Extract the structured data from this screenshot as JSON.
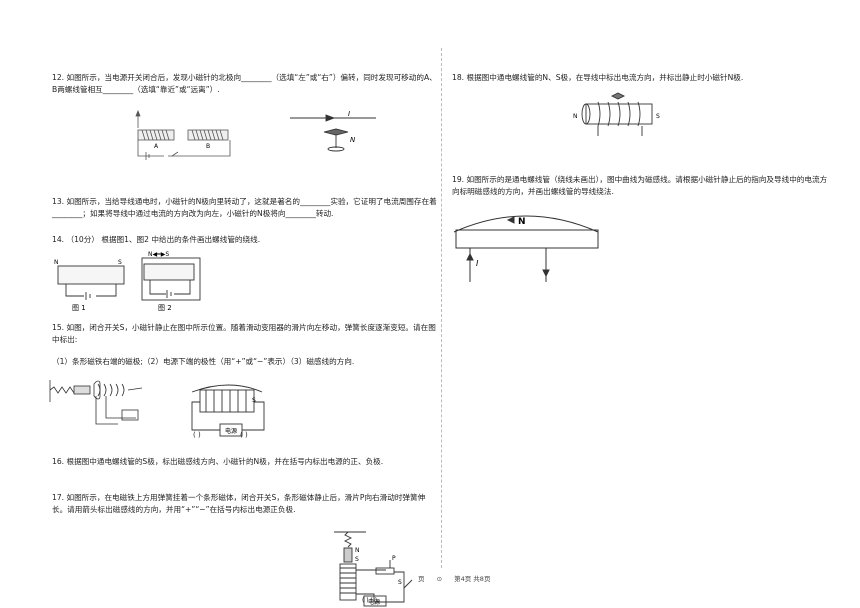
{
  "questions": {
    "q12": {
      "text": "12. 如图所示，当电源开关闭合后，发现小磁针的北极向________（选填“左”或“右”）偏转，同时发现可移动的A、B两螺线管相互________（选填“靠近”或“远离”）.",
      "fig_labels": {
        "a": "A",
        "b": "B",
        "current": "I",
        "north": "N"
      }
    },
    "q13": {
      "text": "13. 如图所示，当给导线通电时，小磁针的N极向里转动了，这就是著名的________实验，它证明了电流周围存在着________；如果将导线中通过电流的方向改为向左，小磁针的N极将向________转动."
    },
    "q14": {
      "text": "14. （10分） 根据图1、图2 中给出的条件画出螺线管的绕线.",
      "fig1": {
        "n": "N",
        "s": "S",
        "caption": "图 1"
      },
      "fig2": {
        "ns": "N◀━▶S",
        "caption": "图 2"
      }
    },
    "q15": {
      "text": "15. 如图，闭合开关S，小磁针静止在图中所示位置。随着滑动变阻器的滑片向左移动，弹簧长度逐渐变短。请在图中标出:",
      "sub": "（1）条形磁铁右端的磁极;（2）电源下端的极性（用“+”或“−”表示）（3）磁感线的方向.",
      "fig_labels": {
        "power": "电源",
        "s": "S",
        "left_paren": "(    )",
        "right_paren": "(    )"
      }
    },
    "q16": {
      "text": "16. 根据图中通电螺线管的S极，标出磁感线方向、小磁针的N极，并在括号内标出电源的正、负极."
    },
    "q17": {
      "text": "17. 如图所示，在电磁铁上方用弹簧挂着一个条形磁体，闭合开关S，条形磁体静止后，滑片P向右滑动时弹簧伸长。请用箭头标出磁感线的方向，并用“+”“−”在括号内标出电源正负极.",
      "fig_labels": {
        "n": "N",
        "s": "S",
        "p": "P",
        "switch": "S",
        "power": "电源",
        "parens": "( ) ( )"
      }
    },
    "q18": {
      "text": "18. 根据图中通电螺线管的N、S极，在导线中标出电流方向，并标出静止时小磁针N极.",
      "fig_labels": {
        "n": "N",
        "s": "S"
      }
    },
    "q19": {
      "text": "19. 如图所示的是通电螺线管（绕线未画出），图中曲线为磁感线。请根据小磁针静止后的指向及导线中的电流方向标明磁感线的方向，并画出螺线管的导线绕法.",
      "fig_labels": {
        "n": "N",
        "current": "I"
      }
    }
  },
  "footer": {
    "left": "页",
    "mid": "⊙",
    "page": "第4页 共8页"
  }
}
